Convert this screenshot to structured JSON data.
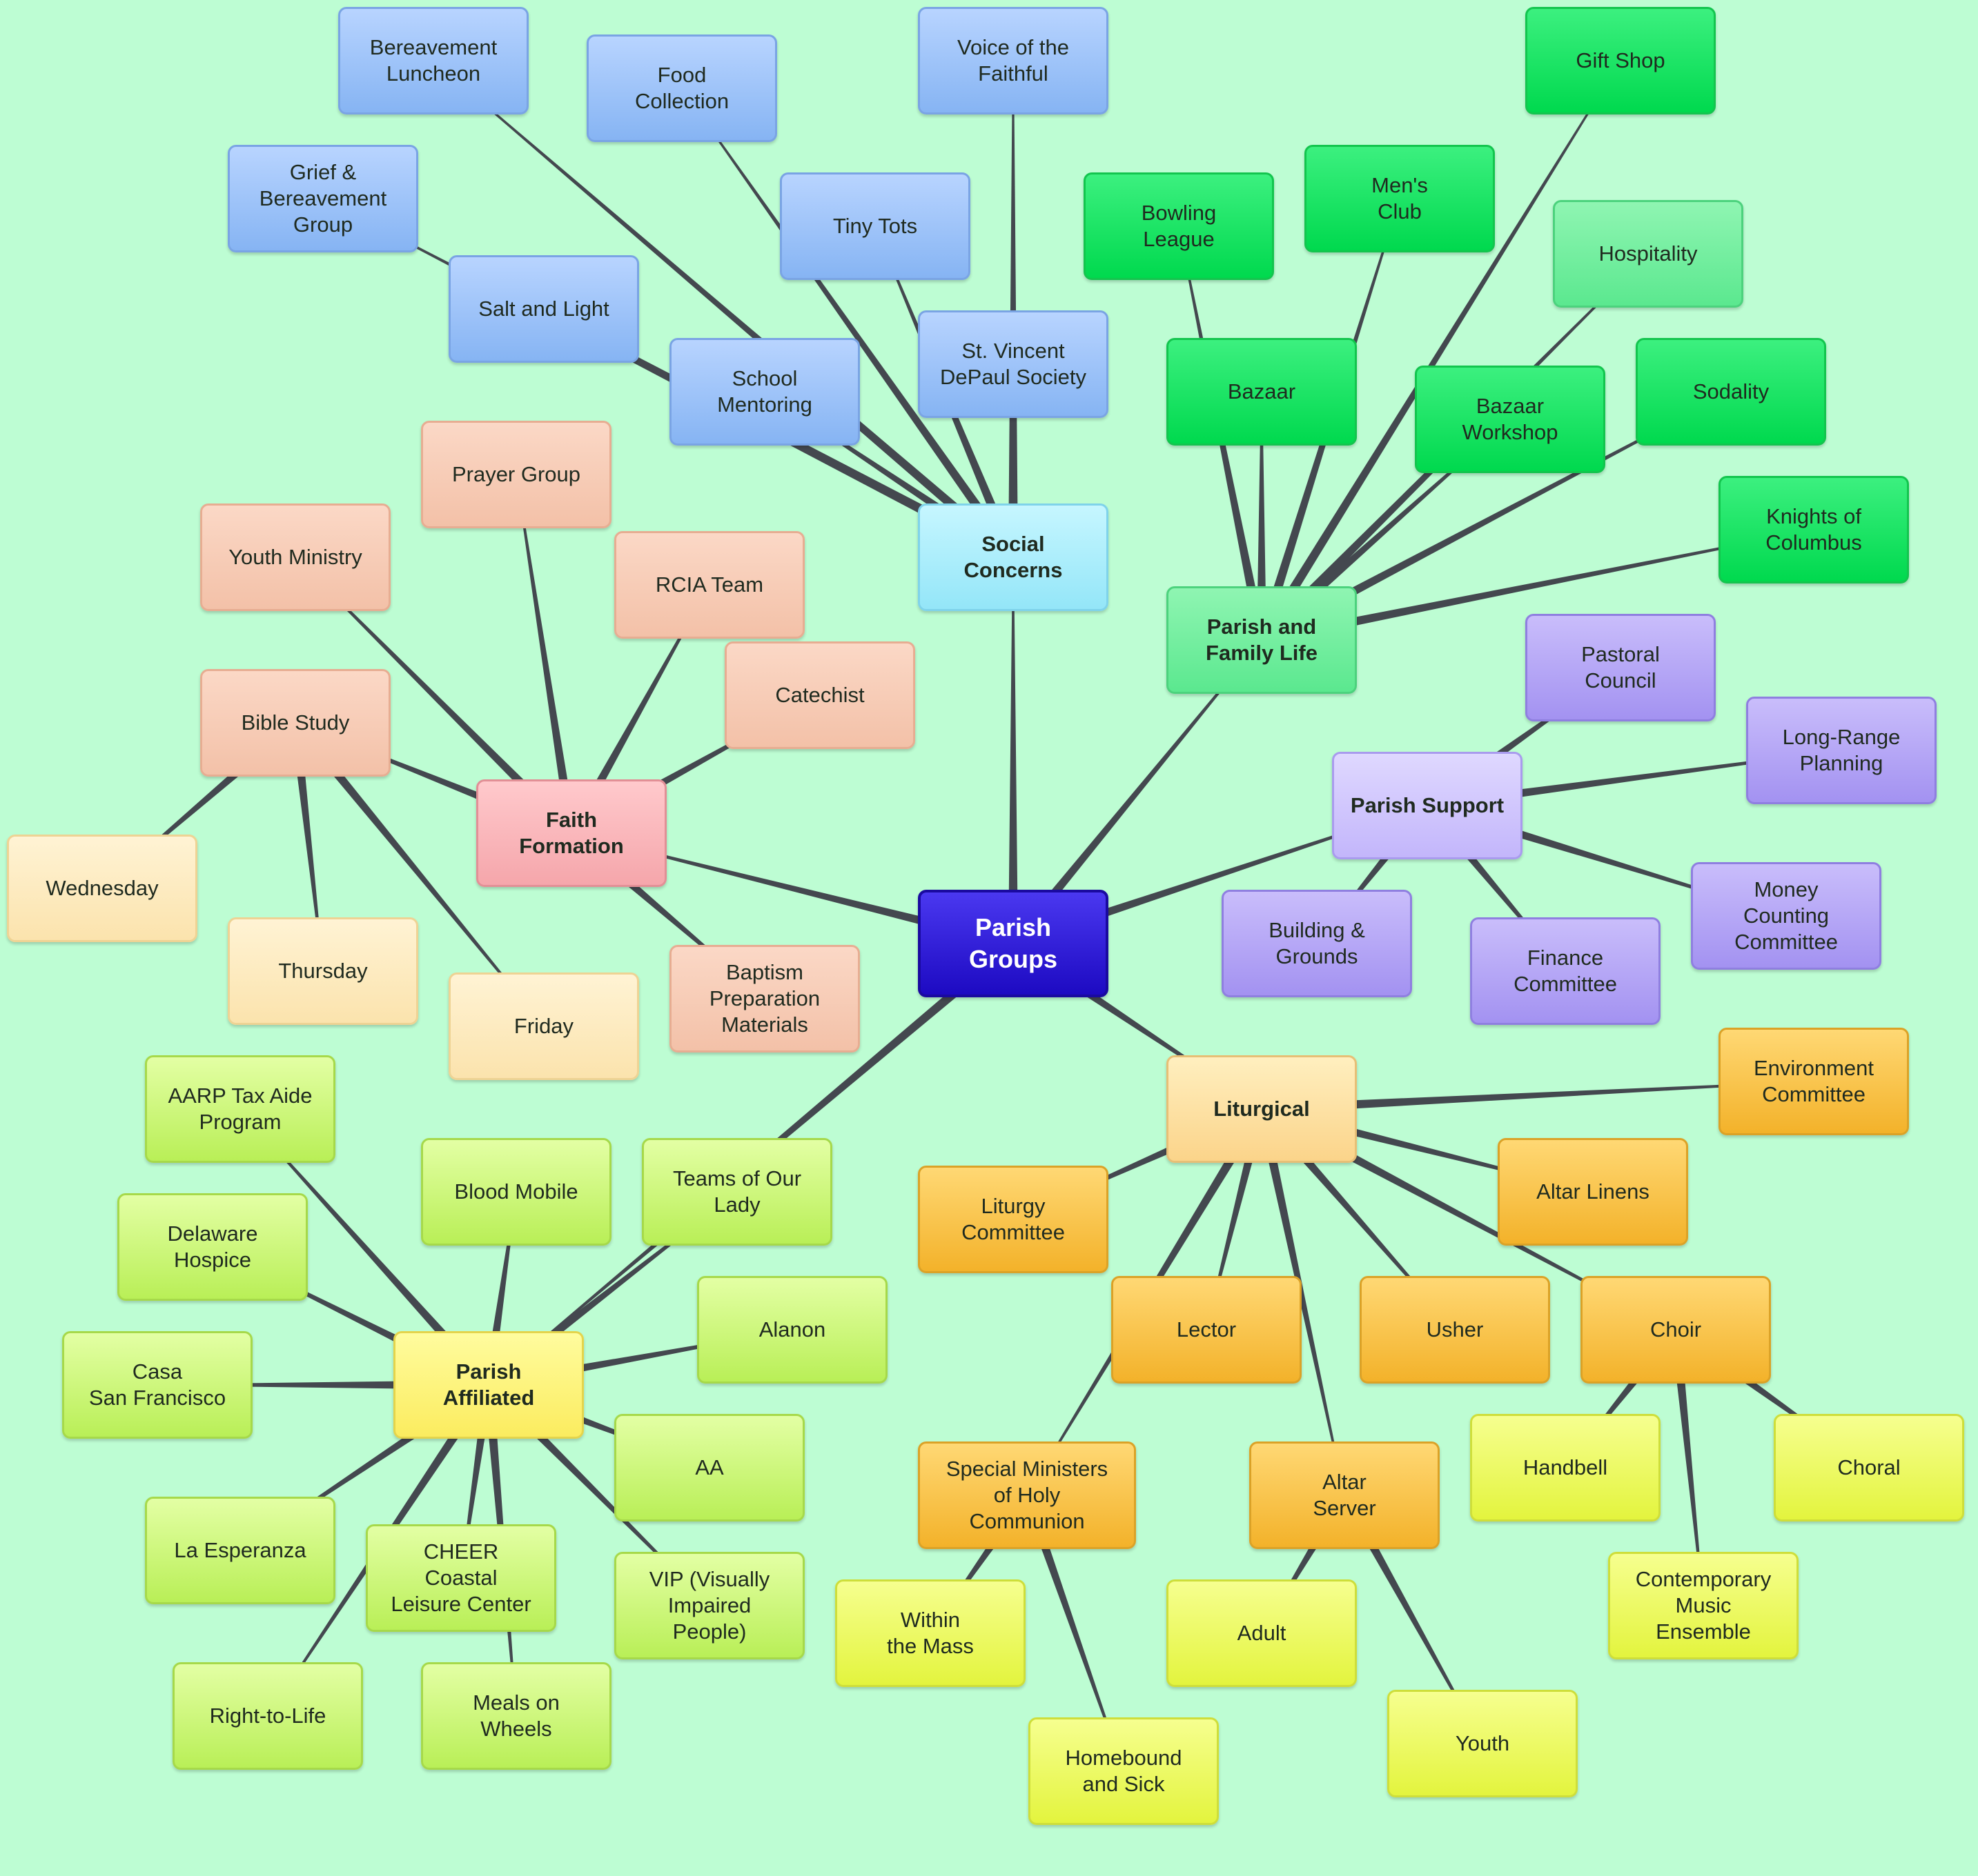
{
  "diagram": {
    "colors": {
      "background": "#bdfdd3",
      "connector": "#44484f",
      "root": "#1d0ac2",
      "social_concerns": "#94e6f8",
      "social_concerns_items": "#86b4f3",
      "parish_and_family_life": "#5be88f",
      "parish_and_family_life_items": "#00d94e",
      "parish_support": "#c3b6fb",
      "parish_support_items": "#a392f1",
      "faith_formation": "#f5a6ab",
      "faith_formation_items": "#f3c1a8",
      "bible_study_days": "#fbe3ad",
      "liturgical": "#fbd48a",
      "liturgical_items": "#f3b22a",
      "liturgical_sub_items": "#e3f43e",
      "parish_affiliated": "#fbec5f",
      "parish_affiliated_items": "#b9ef57"
    },
    "nodes": {
      "parish_groups": "Parish\nGroups",
      "social_concerns": "Social\nConcerns",
      "bereavement_luncheon": "Bereavement\nLuncheon",
      "food_collection": "Food\nCollection",
      "voice_of_the_faithful": "Voice of the\nFaithful",
      "grief_bereavement_group": "Grief &\nBereavement\nGroup",
      "tiny_tots": "Tiny Tots",
      "salt_and_light": "Salt and Light",
      "st_vincent_depaul": "St. Vincent\nDePaul Society",
      "school_mentoring": "School\nMentoring",
      "parish_and_family_life": "Parish and\nFamily Life",
      "gift_shop": "Gift Shop",
      "bowling_league": "Bowling\nLeague",
      "mens_club": "Men's\nClub",
      "hospitality": "Hospitality",
      "bazaar": "Bazaar",
      "bazaar_workshop": "Bazaar\nWorkshop",
      "sodality": "Sodality",
      "knights_of_columbus": "Knights of\nColumbus",
      "parish_support": "Parish Support",
      "pastoral_council": "Pastoral\nCouncil",
      "long_range_planning": "Long-Range\nPlanning",
      "building_grounds": "Building &\nGrounds",
      "finance_committee": "Finance\nCommittee",
      "money_counting_committee": "Money\nCounting\nCommittee",
      "faith_formation": "Faith\nFormation",
      "prayer_group": "Prayer Group",
      "youth_ministry": "Youth Ministry",
      "rcia_team": "RCIA Team",
      "catechist": "Catechist",
      "bible_study": "Bible Study",
      "baptism_prep": "Baptism\nPreparation\nMaterials",
      "wednesday": "Wednesday",
      "thursday": "Thursday",
      "friday": "Friday",
      "liturgical": "Liturgical",
      "environment_committee": "Environment\nCommittee",
      "altar_linens": "Altar Linens",
      "liturgy_committee": "Liturgy\nCommittee",
      "lector": "Lector",
      "usher": "Usher",
      "choir": "Choir",
      "special_ministers": "Special Ministers\nof Holy\nCommunion",
      "altar_server": "Altar\nServer",
      "handbell": "Handbell",
      "choral": "Choral",
      "contemporary_music": "Contemporary\nMusic\nEnsemble",
      "within_the_mass": "Within\nthe Mass",
      "homebound_sick": "Homebound\nand Sick",
      "adult": "Adult",
      "youth": "Youth",
      "parish_affiliated": "Parish\nAffiliated",
      "aarp_tax_aide": "AARP Tax Aide\nProgram",
      "blood_mobile": "Blood Mobile",
      "teams_of_our_lady": "Teams of Our\nLady",
      "delaware_hospice": "Delaware\nHospice",
      "alanon": "Alanon",
      "casa_san_francisco": "Casa\nSan Francisco",
      "aa": "AA",
      "la_esperanza": "La Esperanza",
      "cheer": "CHEER\nCoastal\nLeisure Center",
      "vip": "VIP (Visually\nImpaired\nPeople)",
      "right_to_life": "Right-to-Life",
      "meals_on_wheels": "Meals on\nWheels"
    }
  }
}
